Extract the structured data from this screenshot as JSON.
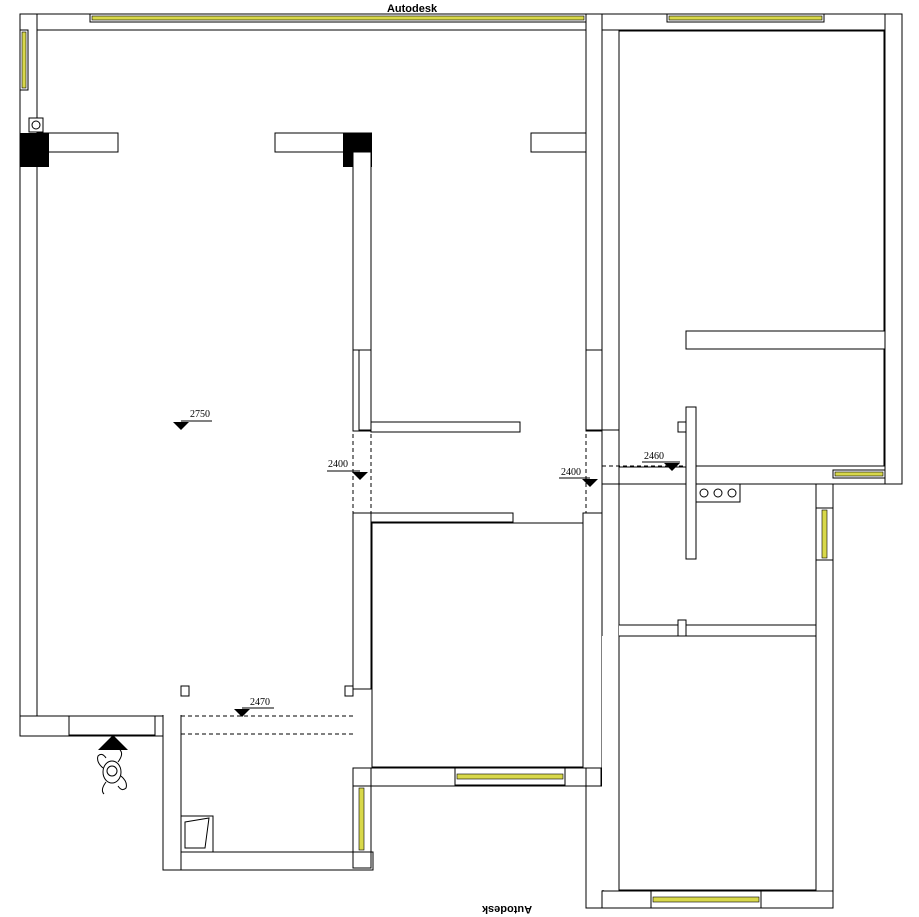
{
  "watermark_top": "Autodesk",
  "watermark_bottom": "Autodesk",
  "elevations": {
    "living": "2750",
    "hall_left": "2400",
    "hall_right": "2400",
    "kitchen": "2460",
    "entry": "2470"
  },
  "colors": {
    "wall_line": "#000000",
    "window_glass": "#d8d84a",
    "background": "#ffffff"
  },
  "icons": [
    "person-icon",
    "entrance-arrow-icon",
    "stove-burner-icon",
    "column-icon",
    "window-icon"
  ]
}
